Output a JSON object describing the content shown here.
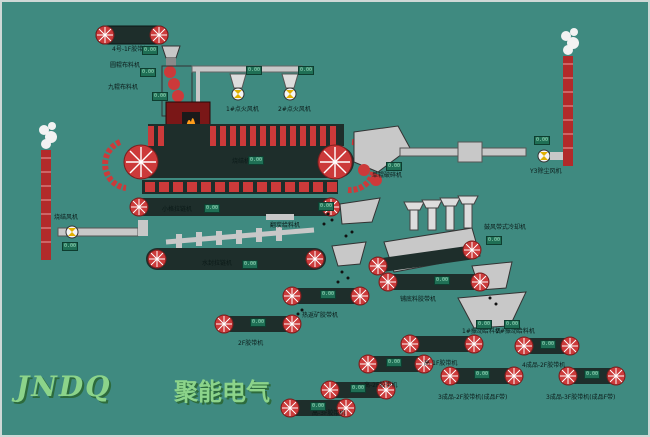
{
  "colors": {
    "background": "#3f8a80",
    "belt": "#1e2e2b",
    "pulley": "#cc3a3a",
    "value_box": "#1f6f55",
    "logo": "#8cd48a"
  },
  "labels": {
    "belt4": "4号-1F胶带机",
    "round_feeder": "圆辊布料机",
    "nine_roll": "九辊布料机",
    "ignition": "1#点火风机",
    "ignition2": "2#点火风机",
    "sinter": "烧结机",
    "tail_buster": "单辊破碎机",
    "dust_fan": "Y3除尘风机",
    "main_fan": "烧结风机",
    "small_scraper": "小格拉链机",
    "scraper_feeder": "翻炭给料机",
    "water_scraper": "水封拉链机",
    "hot_screen": "热振筛",
    "cooler": "鼓风带式冷却机",
    "hot_return_belt": "热返矿胶带机",
    "feeder_belt": "铺底料胶带机",
    "belt_2f": "2F胶带机",
    "vib1": "1#振动给料机",
    "vib2": "2#振动给料机",
    "gaoy1": "高-1F胶带机",
    "gaoy2": "高-2F胶带机",
    "gaoy3": "高-3F胶带机",
    "fin4": "4成品-2F胶带机",
    "fin3_left": "3成品-2F胶带机(成品F带)",
    "fin3_right": "3成品-3F胶带机(成品F带)"
  },
  "values": {
    "v_belt4": "0.00",
    "v_round": "0.00",
    "v_nine": "0.00",
    "v_ign1": "0.00",
    "v_ign2": "0.00",
    "v_sinter": "0.00",
    "v_tail": "0.00",
    "v_dust": "0.00",
    "v_main": "0.00",
    "v_small": "0.00",
    "v_scraper": "0.00",
    "v_water": "0.00",
    "v_cooler": "0.00",
    "v_return": "0.00",
    "v_hotreturn": "0.00",
    "v_2f": "0.00",
    "v_vib1": "0.00",
    "v_vib2": "0.00",
    "v_gaoy1": "0.00",
    "v_gaoy2": "0.00",
    "v_gaoy3": "0.00",
    "v_fin4": "0.00",
    "v_fin3l": "0.00",
    "v_fin3r": "0.00"
  },
  "logo": {
    "latin": "JNDQ",
    "chinese": "聚能电气"
  }
}
